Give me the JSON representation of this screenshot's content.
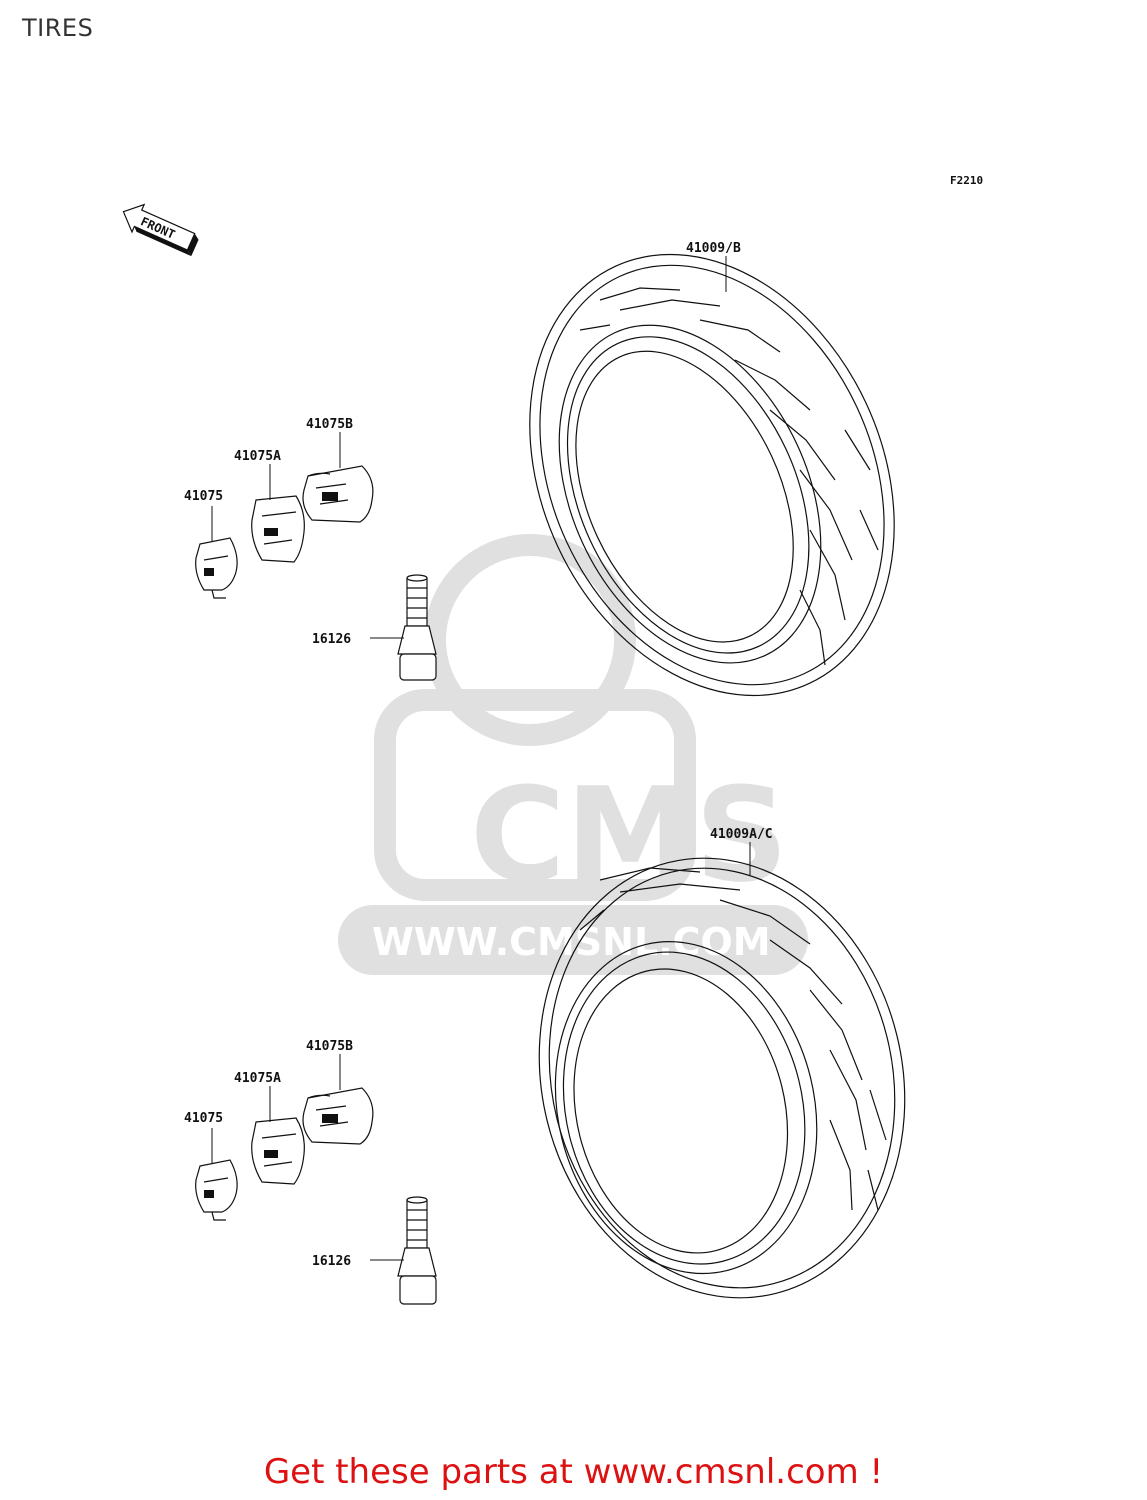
{
  "page": {
    "title": "TIRES",
    "figure_code": "F2210",
    "front_label": "FRONT"
  },
  "watermark": {
    "logo_text": "CMS",
    "url_text": "WWW.CMSNL.COM"
  },
  "upper_assembly": {
    "tire_label": "41009/B",
    "weight_small_label": "41075",
    "weight_medium_label": "41075A",
    "weight_large_label": "41075B",
    "valve_label": "16126"
  },
  "lower_assembly": {
    "tire_label": "41009A/C",
    "weight_small_label": "41075",
    "weight_medium_label": "41075A",
    "weight_large_label": "41075B",
    "valve_label": "16126"
  },
  "footer": {
    "link_text": "Get these parts at www.cmsnl.com !"
  }
}
